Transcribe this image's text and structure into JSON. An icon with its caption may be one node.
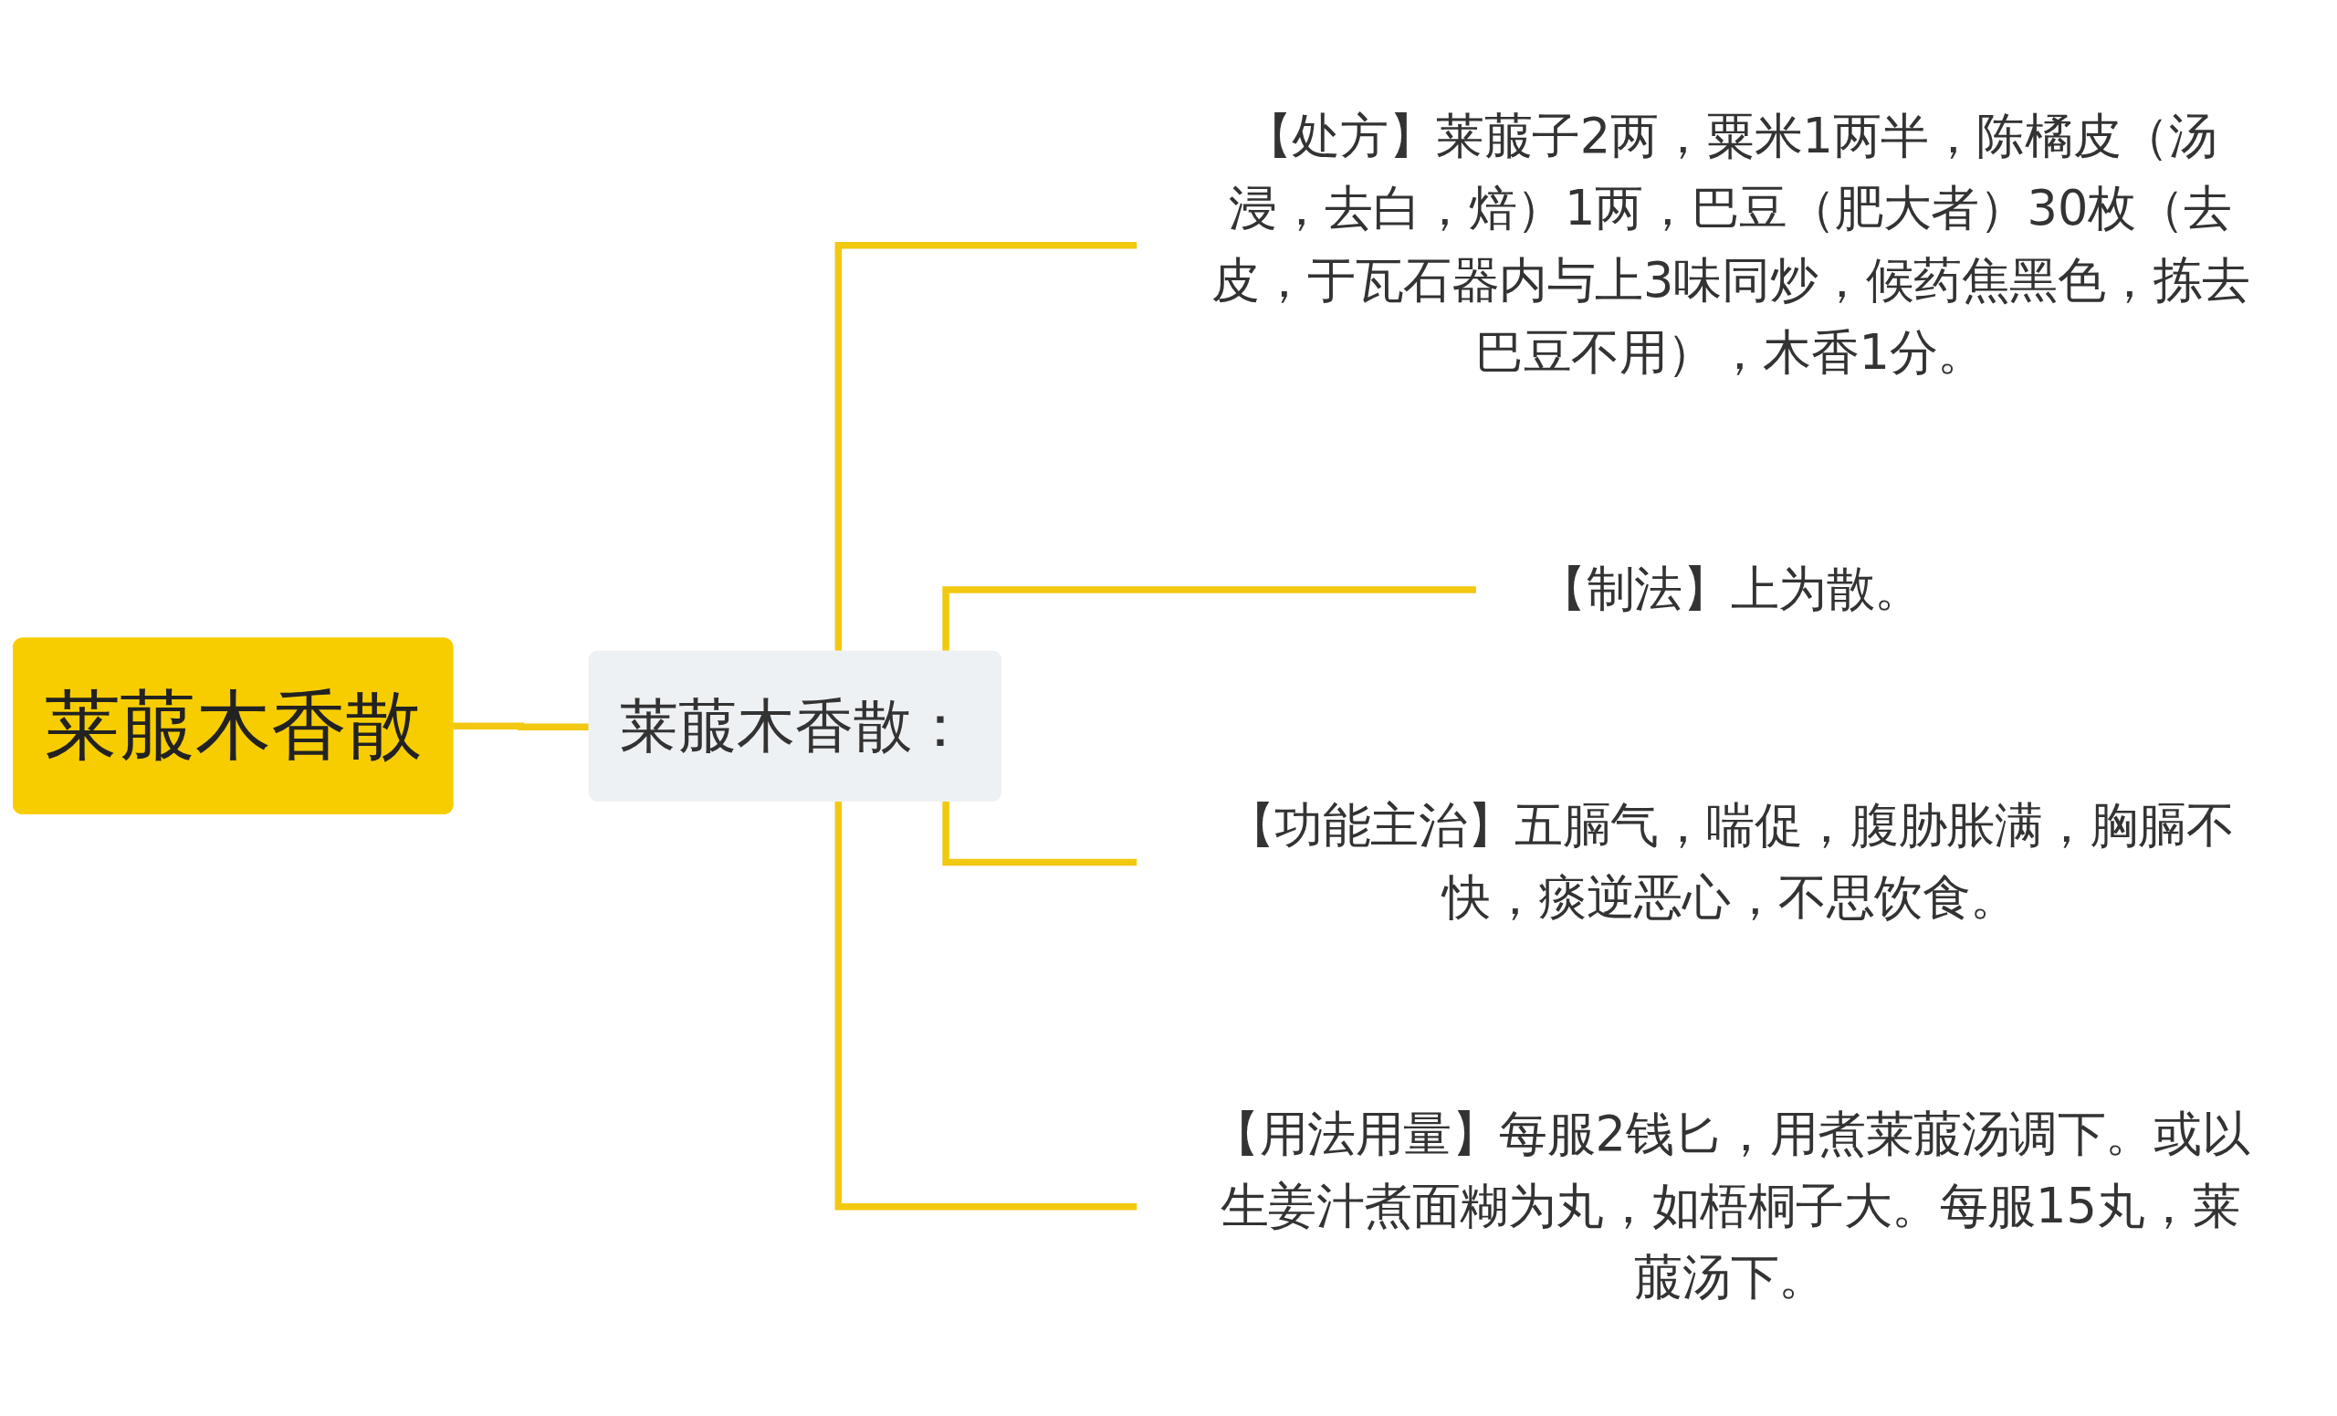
{
  "diagram": {
    "nodes": [
      {
        "text": [
          "莱菔木香散"
        ]
      },
      {
        "text": [
          "莱菔木香散："
        ]
      },
      {
        "text": [
          "【处方】莱菔子2两，粟米1两半，陈橘皮（汤浸，去白，焙）1两，巴豆（肥大者）30枚（去皮，于瓦石器内与上3味同炒，候药焦黑色，拣去巴豆不用），木香1分。"
        ]
      },
      {
        "text": [
          "【制法】上为散。"
        ]
      },
      {
        "text": [
          "【功能主治】五膈气，喘促，腹胁胀满，胸膈不快，痰逆恶心，不思饮食。"
        ]
      },
      {
        "text": [
          "【用法用量】每服2钱匕，用煮莱菔汤调下。或以生姜汁煮面糊为丸，如梧桐子大。每服15丸，莱菔汤下。"
        ]
      }
    ],
    "edges": [
      {
        "from": 0,
        "to": 1,
        "arrow": "none"
      },
      {
        "from": 1,
        "to": 2,
        "arrow": "none"
      },
      {
        "from": 1,
        "to": 3,
        "arrow": "none"
      },
      {
        "from": 1,
        "to": 4,
        "arrow": "none"
      },
      {
        "from": 1,
        "to": 5,
        "arrow": "none"
      }
    ]
  }
}
